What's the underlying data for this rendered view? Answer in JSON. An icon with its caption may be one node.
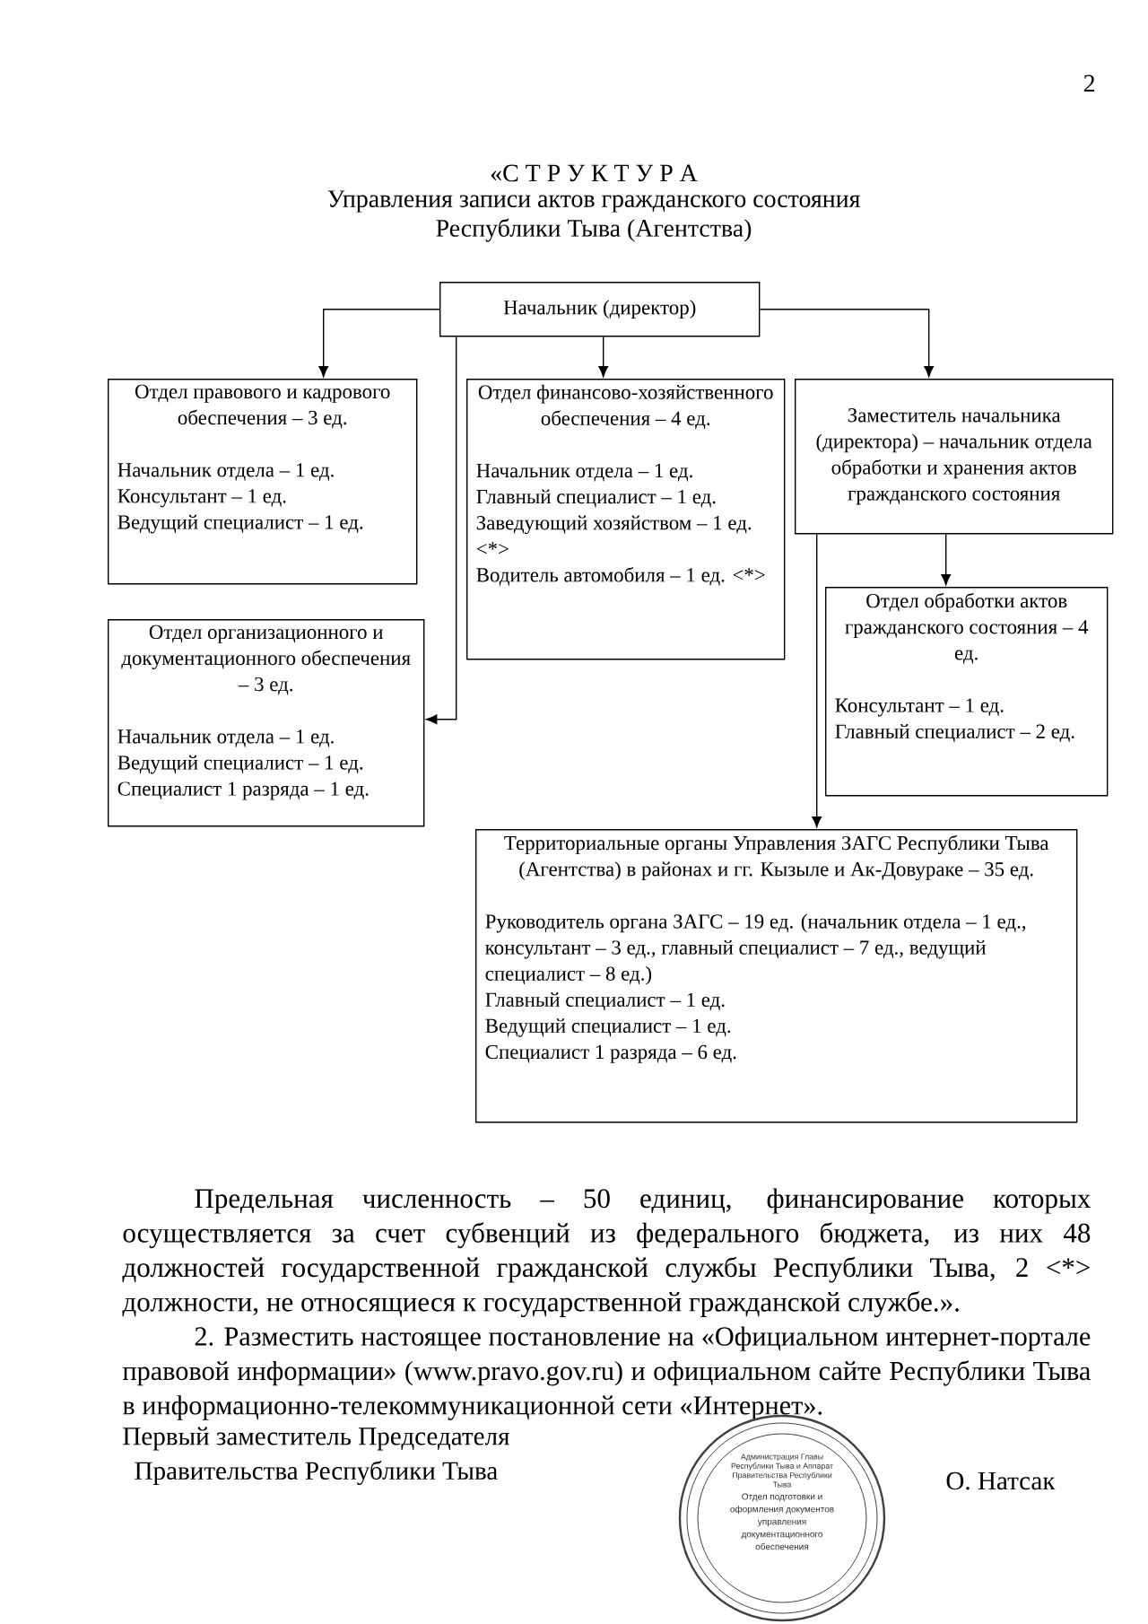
{
  "diagram": {
    "title": "«С Т Р У К Т У Р А",
    "nodes": [
      {
        "text": [
          "Начальник (директор)"
        ]
      },
      {
        "text": [
          "Отдел правового и кадрового обеспечения – 3 ед.",
          "Начальник отдела – 1 ед.",
          "Консультант – 1 ед.",
          "Ведущий специалист – 1 ед."
        ]
      },
      {
        "text": [
          "Отдел финансово-хозяйственного обеспечения – 4 ед.",
          "Начальник отдела – 1 ед.",
          "Главный специалист – 1 ед.",
          "Заведующий хозяйством – 1 ед. <*>",
          "Водитель автомобиля – 1 ед. <*>"
        ]
      },
      {
        "text": [
          "Заместитель начальника (директора) – начальник отдела обработки и хранения актов гражданского состояния"
        ]
      },
      {
        "text": [
          "Отдел организационного и документационного обеспечения – 3 ед.",
          "Начальник отдела – 1 ед.",
          "Ведущий специалист – 1 ед.",
          "Специалист 1 разряда – 1 ед."
        ]
      },
      {
        "text": [
          "Отдел обработки актов гражданского состояния – 4 ед.",
          "Консультант – 1 ед.",
          "Главный специалист – 2 ед."
        ]
      },
      {
        "text": [
          "Территориальные органы Управления ЗАГС Республики Тыва (Агентства) в районах и гг. Кызыле и Ак-Довураке – 35 ед.",
          "Руководитель органа ЗАГС – 19 ед. (начальник отдела – 1 ед., консультант – 3 ед., главный специалист – 7 ед., ведущий специалист – 8 ед.)",
          "Главный специалист – 1 ед.",
          "Ведущий специалист – 1 ед.",
          "Специалист 1 разряда – 6 ед."
        ]
      }
    ],
    "edges": [
      {
        "from": 0,
        "to": 1,
        "arrow": "to"
      },
      {
        "from": 0,
        "to": 2,
        "arrow": "to"
      },
      {
        "from": 0,
        "to": 3,
        "arrow": "to"
      },
      {
        "from": 0,
        "to": 4,
        "arrow": "to"
      },
      {
        "from": 3,
        "to": 5,
        "arrow": "to"
      },
      {
        "from": 3,
        "to": 6,
        "arrow": "to"
      }
    ],
    "labels": [
      "2",
      "Управления записи актов гражданского состояния Республики Тыва (Агентства)",
      "Предельная численность – 50 единиц, финансирование которых осуществляется за счет субвенций из федерального бюджета, из них 48 должностей государственной гражданской службы Республики Тыва, 2 <*> должности, не относящиеся к государственной гражданской службе.».",
      "2. Разместить настоящее постановление на «Официальном интернет-портале правовой информации» (www.pravo.gov.ru) и официальном сайте Республики Тыва в информационно-телекоммуникационной сети «Интернет».",
      "Первый заместитель Председателя Правительства Республики Тыва",
      "Администрация Главы Республики Тыва и Аппарат Правительства Республики Тыва",
      "Отдел подготовки и оформления документов управления документационного обеспечения",
      "О. Натсак"
    ]
  }
}
